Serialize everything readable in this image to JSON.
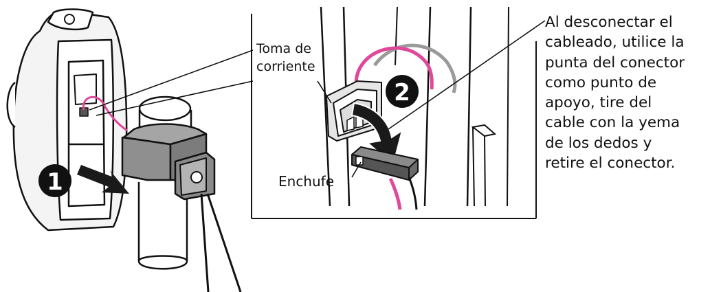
{
  "labels": {
    "outlet": [
      "Toma de",
      "corriente"
    ],
    "plug": "Enchufe"
  },
  "steps": [
    {
      "number": "1"
    },
    {
      "number": "2"
    }
  ],
  "instruction": [
    "Al desconectar el",
    "cableado, utilice la",
    "punta del conector",
    "como punto de",
    "apoyo, tire del",
    "cable con la yema",
    "de los dedos y",
    "retire el conector."
  ],
  "colors": {
    "device_gray": "#8f8f8f",
    "device_dark": "#6b6b6b",
    "cable_pink": "#e0489a",
    "cable_gray": "#9a9a9a",
    "outline": "#111111"
  }
}
